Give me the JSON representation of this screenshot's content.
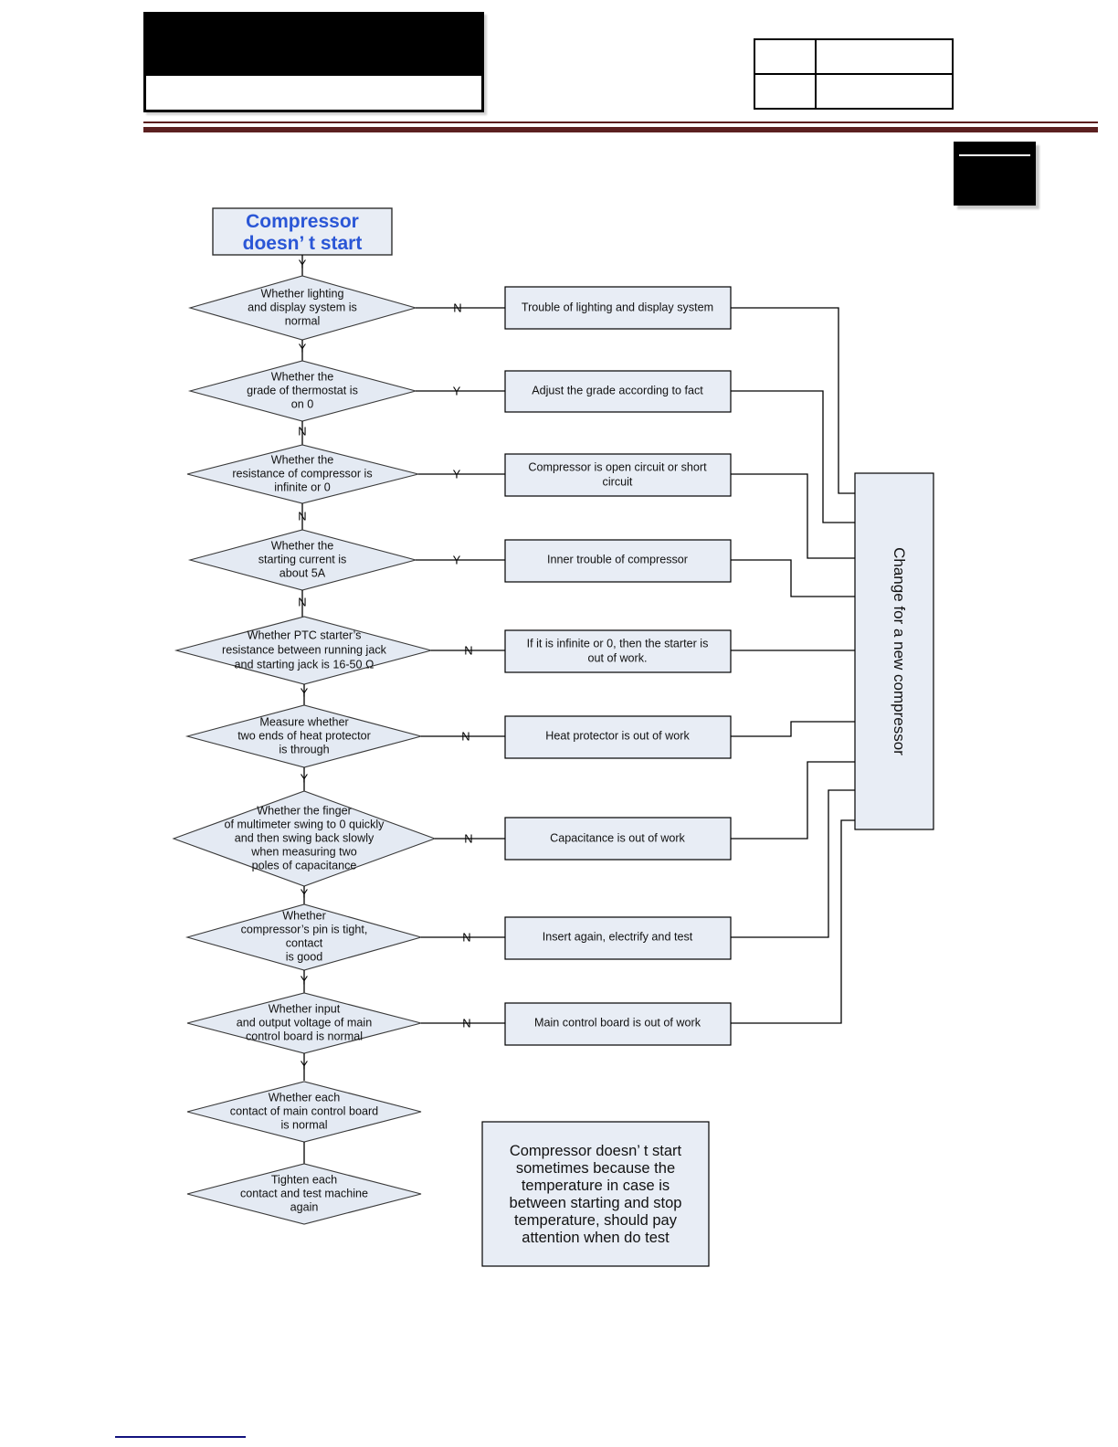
{
  "header": {
    "redacted_block": "",
    "badge": "",
    "table_rows": [
      [
        "",
        ""
      ],
      [
        "",
        ""
      ]
    ]
  },
  "flowchart": {
    "title": {
      "lines": [
        "Compressor",
        "doesn’ t start"
      ]
    },
    "terminal": {
      "label": "Change for a new compressor"
    },
    "note": {
      "lines": [
        "Compressor doesn’ t start",
        "sometimes because the",
        "temperature in case is",
        "between starting and stop",
        "temperature, should pay",
        "attention when do test"
      ]
    },
    "steps": [
      {
        "id": "lighting",
        "decision": {
          "lines": [
            "Whether lighting",
            "and display system is",
            "normal"
          ]
        },
        "branch_out": "N",
        "branch_down": "Y",
        "process": {
          "lines": [
            "Trouble of lighting and display system"
          ]
        }
      },
      {
        "id": "thermostat",
        "decision": {
          "lines": [
            "Whether the",
            "grade of thermostat is",
            "on 0"
          ]
        },
        "branch_out": "Y",
        "branch_down": "N",
        "process": {
          "lines": [
            "Adjust the grade according to fact"
          ]
        }
      },
      {
        "id": "resistance",
        "decision": {
          "lines": [
            "Whether the",
            "resistance of compressor is",
            "infinite or 0"
          ]
        },
        "branch_out": "Y",
        "branch_down": "N",
        "process": {
          "lines": [
            "Compressor is open circuit or short",
            "circuit"
          ]
        }
      },
      {
        "id": "starting-current",
        "decision": {
          "lines": [
            "Whether the",
            "starting current is",
            "about 5A"
          ]
        },
        "branch_out": "Y",
        "branch_down": "N",
        "process": {
          "lines": [
            "Inner trouble of compressor"
          ]
        }
      },
      {
        "id": "ptc-starter",
        "decision": {
          "lines": [
            "Whether PTC starter’s",
            "resistance between running jack",
            "and starting jack is 16-50 Ω"
          ]
        },
        "branch_out": "N",
        "branch_down": "Y",
        "process": {
          "lines": [
            "If it is infinite or 0, then the starter is",
            "out of work."
          ]
        }
      },
      {
        "id": "heat-protector",
        "decision": {
          "lines": [
            "Measure whether",
            "two ends of heat protector",
            "is through"
          ]
        },
        "branch_out": "N",
        "branch_down": "Y",
        "process": {
          "lines": [
            "Heat protector is out of work"
          ]
        }
      },
      {
        "id": "capacitance",
        "decision": {
          "lines": [
            "Whether the finger",
            "of multimeter swing  to 0 quickly",
            "and then swing back slowly",
            "when measuring two",
            "poles of capacitance"
          ]
        },
        "branch_out": "N",
        "branch_down": "Y",
        "process": {
          "lines": [
            "Capacitance is out of work"
          ]
        }
      },
      {
        "id": "pin-contact",
        "decision": {
          "lines": [
            "Whether",
            "compressor’s pin is tight,",
            "contact",
            "is good"
          ]
        },
        "branch_out": "N",
        "branch_down": "Y",
        "process": {
          "lines": [
            "Insert again, electrify and test"
          ]
        }
      },
      {
        "id": "main-board-voltage",
        "decision": {
          "lines": [
            "Whether input",
            "and output voltage of main",
            "control board is normal"
          ]
        },
        "branch_out": "N",
        "branch_down": "Y",
        "process": {
          "lines": [
            "Main control board is out of work"
          ]
        }
      },
      {
        "id": "main-board-contact",
        "decision": {
          "lines": [
            "Whether each",
            "contact of main control board",
            "is normal"
          ]
        },
        "branch_out": "",
        "branch_down": "",
        "process": null
      },
      {
        "id": "tighten-contact",
        "decision": {
          "lines": [
            "Tighten each",
            "contact and test machine",
            "again"
          ]
        },
        "branch_out": "",
        "branch_down": "",
        "process": null
      }
    ]
  },
  "colors": {
    "shape_fill": "#e8edf5",
    "shape_stroke": "#000000",
    "title_text": "#2a56d6",
    "rule": "#5c2020",
    "footer_rule": "#12127e"
  }
}
